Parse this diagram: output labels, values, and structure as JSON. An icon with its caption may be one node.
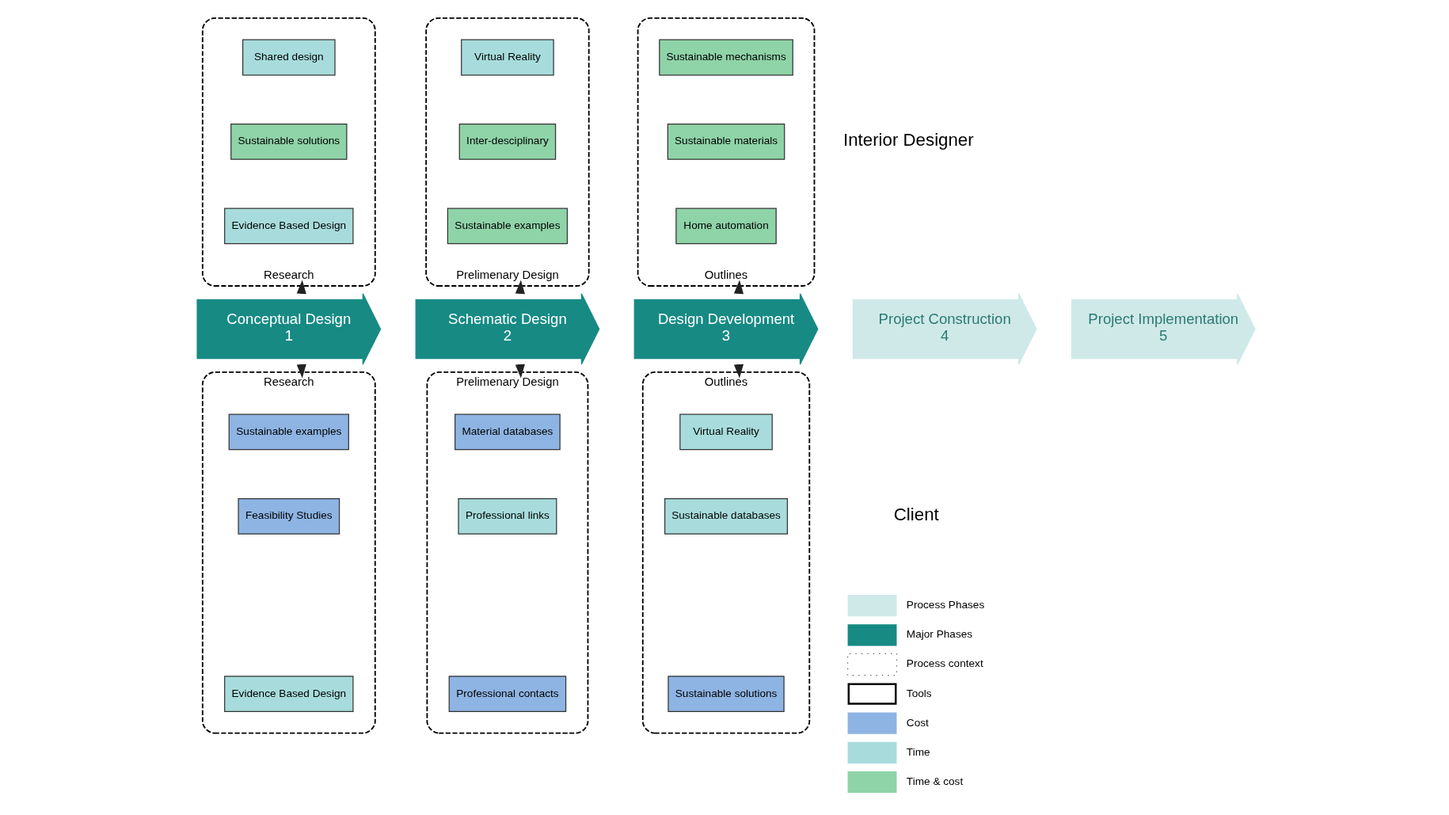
{
  "diagram": {
    "nodes": [
      {
        "text": [
          "Research"
        ]
      },
      {
        "text": [
          "Shared design"
        ],
        "in": 0
      },
      {
        "text": [
          "Sustainable solutions"
        ],
        "in": 0
      },
      {
        "text": [
          "Evidence Based Design"
        ],
        "in": 0
      },
      {
        "text": [
          "Prelimenary Design"
        ]
      },
      {
        "text": [
          "Virtual Reality"
        ],
        "in": 4
      },
      {
        "text": [
          "Inter-desciplinary"
        ],
        "in": 4
      },
      {
        "text": [
          "Sustainable examples"
        ],
        "in": 4
      },
      {
        "text": [
          "Outlines"
        ]
      },
      {
        "text": [
          "Sustainable mechanisms"
        ],
        "in": 8
      },
      {
        "text": [
          "Sustainable materials"
        ],
        "in": 8
      },
      {
        "text": [
          "Home automation"
        ],
        "in": 8
      },
      {
        "text": [
          "Conceptual Design",
          "1"
        ]
      },
      {
        "text": [
          "Schematic Design",
          "2"
        ]
      },
      {
        "text": [
          "Design Development",
          "3"
        ]
      },
      {
        "text": [
          "Project Construction",
          "4"
        ]
      },
      {
        "text": [
          "Project Implementation",
          "5"
        ]
      },
      {
        "text": [
          "Research"
        ]
      },
      {
        "text": [
          "Sustainable examples"
        ],
        "in": 17
      },
      {
        "text": [
          "Feasibility Studies"
        ],
        "in": 17
      },
      {
        "text": [
          "Evidence Based Design"
        ],
        "in": 17
      },
      {
        "text": [
          "Prelimenary Design"
        ]
      },
      {
        "text": [
          "Material databases"
        ],
        "in": 21
      },
      {
        "text": [
          "Professional links"
        ],
        "in": 21
      },
      {
        "text": [
          "Professional contacts"
        ],
        "in": 21
      },
      {
        "text": [
          "Outlines"
        ]
      },
      {
        "text": [
          "Virtual Reality"
        ],
        "in": 25
      },
      {
        "text": [
          "Sustainable databases"
        ],
        "in": 25
      },
      {
        "text": [
          "Sustainable solutions"
        ],
        "in": 25
      }
    ],
    "edges": [
      {
        "from": 12,
        "to": 0,
        "arrow": "to"
      },
      {
        "from": 12,
        "to": 17,
        "arrow": "to"
      },
      {
        "from": 13,
        "to": 4,
        "arrow": "to"
      },
      {
        "from": 13,
        "to": 21,
        "arrow": "to"
      },
      {
        "from": 14,
        "to": 8,
        "arrow": "to"
      },
      {
        "from": 14,
        "to": 25,
        "arrow": "to"
      }
    ],
    "labels": [
      "Interior Designer",
      "Client"
    ],
    "legend": [
      {
        "text": "Process Phases"
      },
      {
        "text": "Major Phases"
      },
      {
        "text": "Process context"
      },
      {
        "text": "Tools"
      },
      {
        "text": "Cost",
        "color": "#8eb4e3"
      },
      {
        "text": "Time",
        "color": "#a8dcdc"
      },
      {
        "text": "Time & cost",
        "color": "#8fd3a8"
      }
    ]
  }
}
